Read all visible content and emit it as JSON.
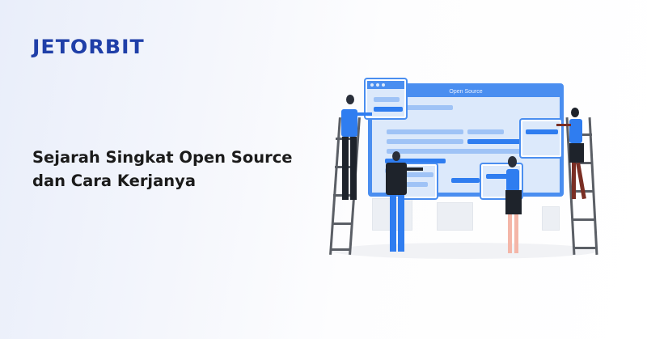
{
  "brand": {
    "logo_text": "JETORBIT",
    "color": "#1f3fa8"
  },
  "headline": {
    "line1": "Sejarah Singkat Open Source",
    "line2": "dan Cara Kerjanya"
  },
  "illustration": {
    "monitor_title": "Open Source",
    "accent_color": "#4a8ef0",
    "dark_accent": "#2f7df0",
    "light_fill": "#dce9fb"
  }
}
